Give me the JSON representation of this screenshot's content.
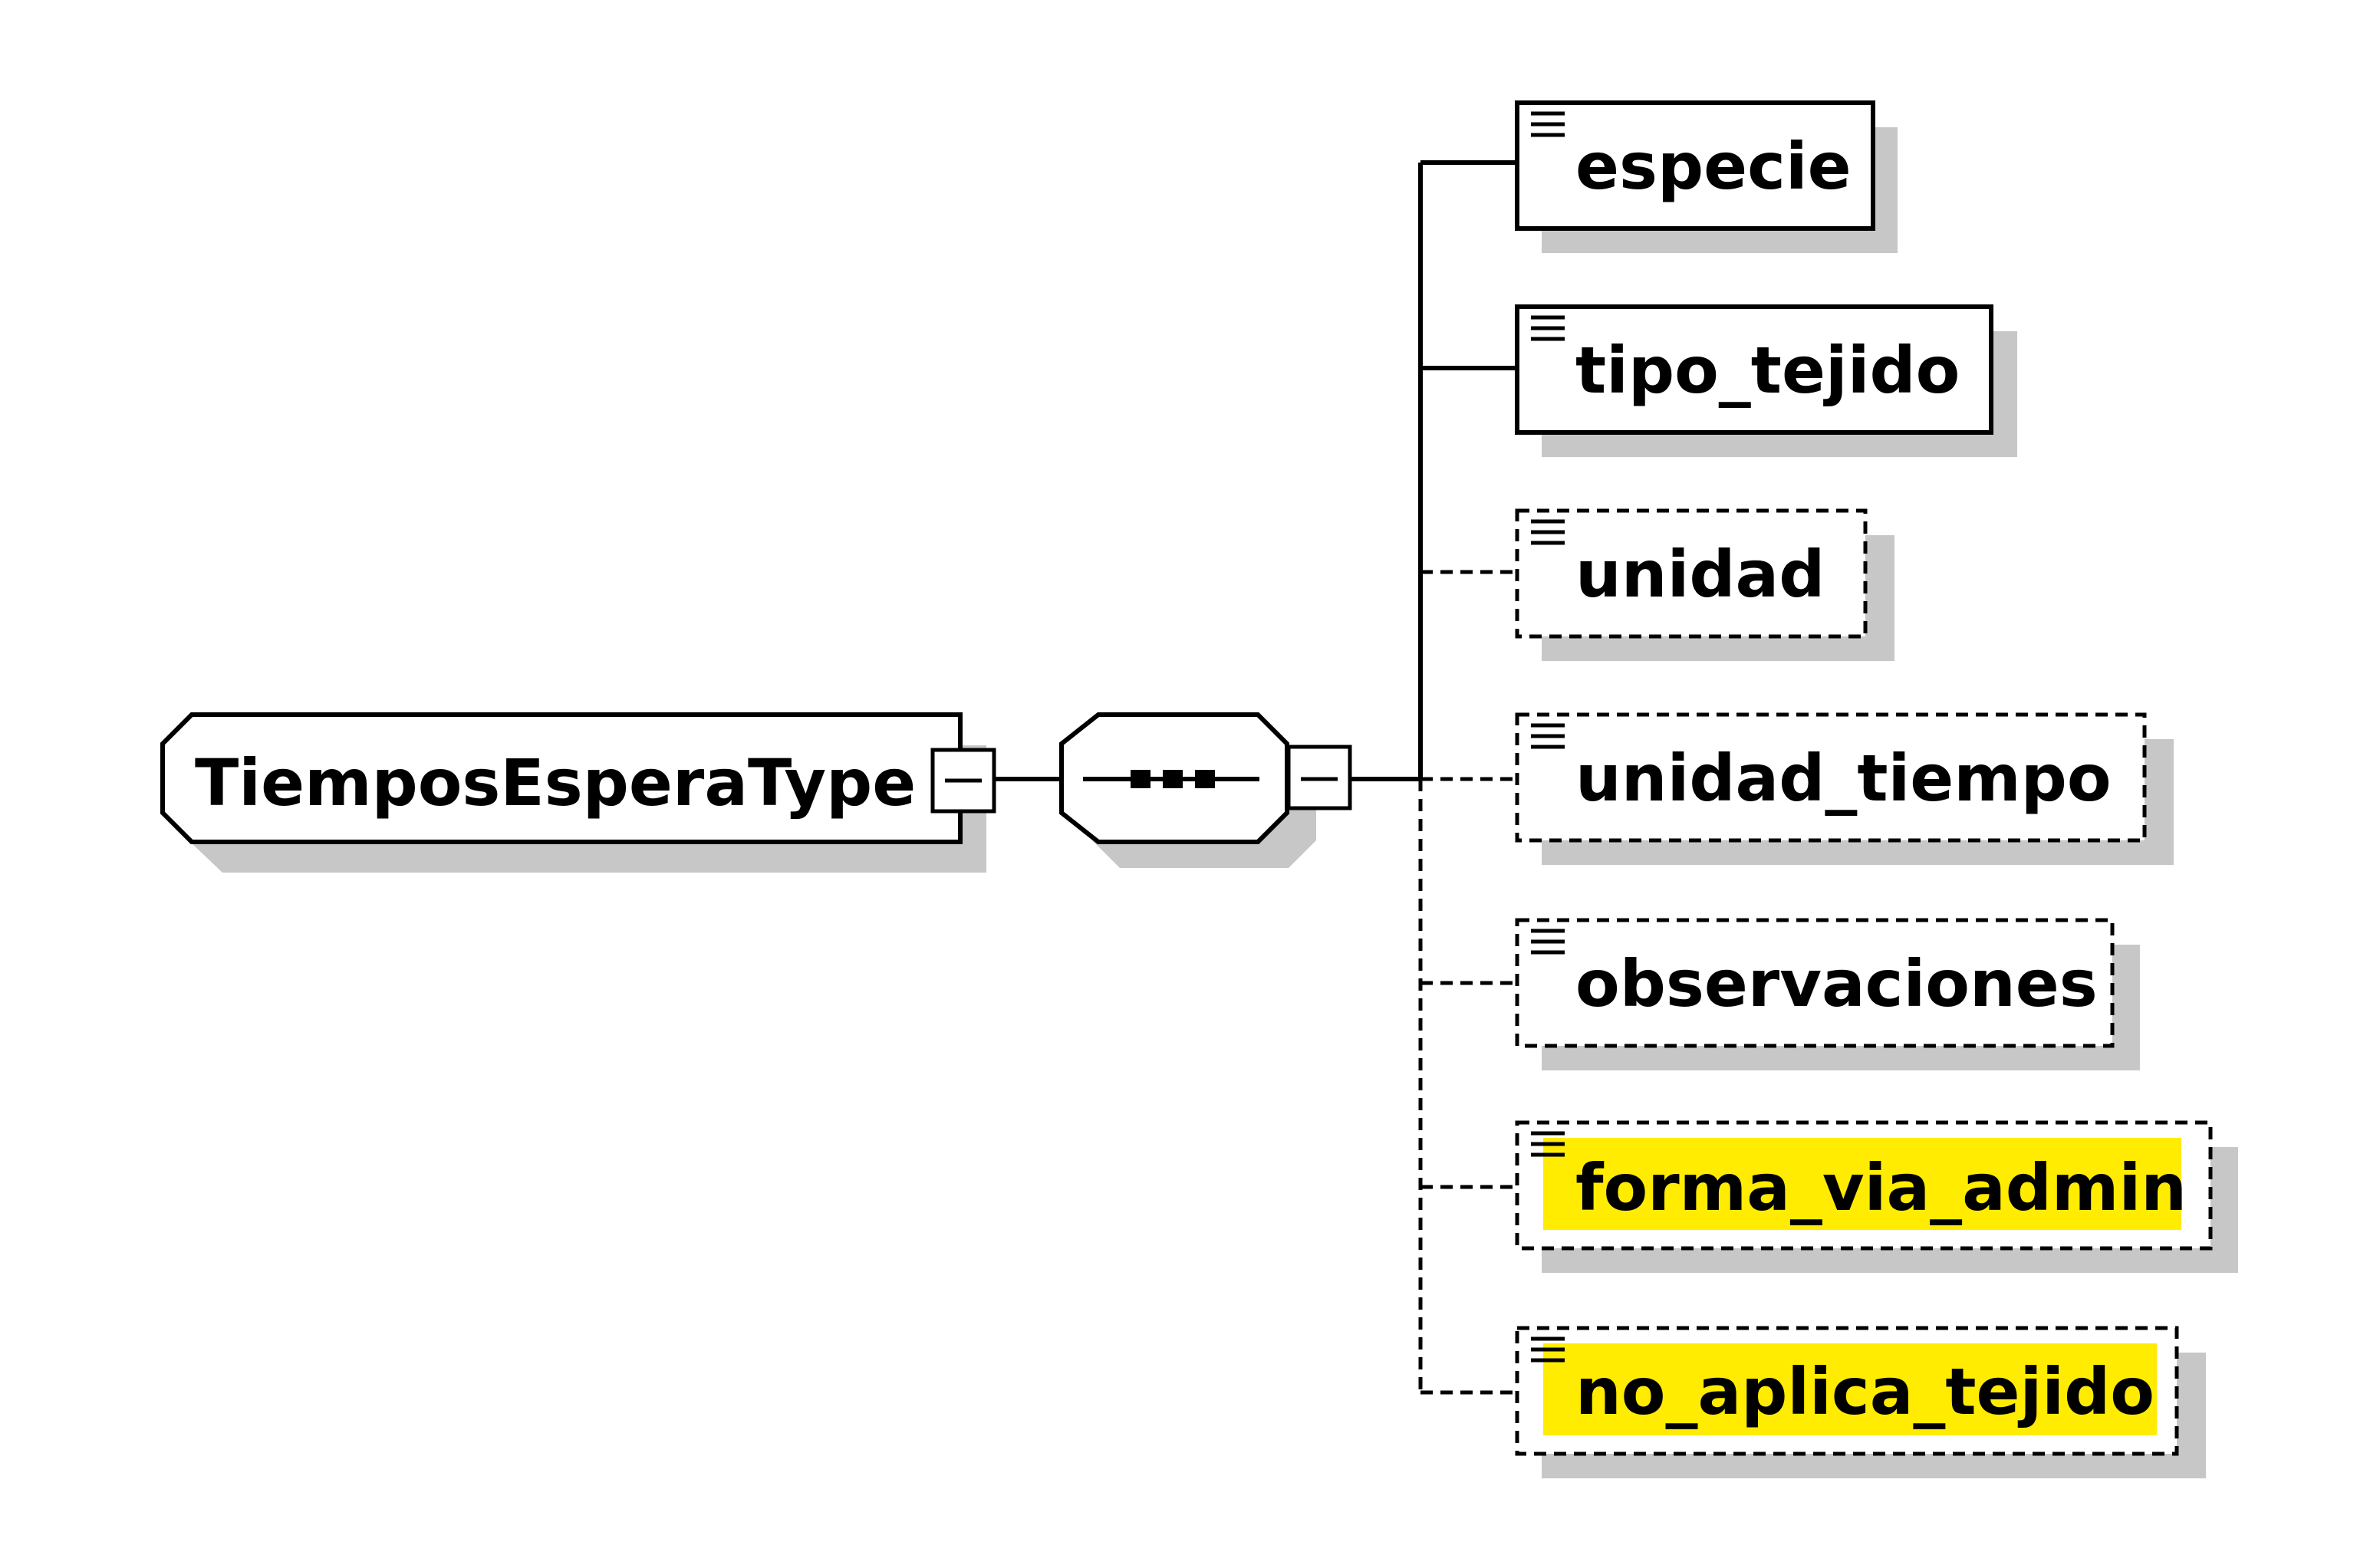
{
  "root": {
    "label": "TiemposEsperaType",
    "collapse_icon": "minus-icon"
  },
  "sequence": {
    "icon": "sequence-icon",
    "collapse_icon": "minus-icon"
  },
  "elements": [
    {
      "label": "especie",
      "optional": false,
      "highlight": false
    },
    {
      "label": "tipo_tejido",
      "optional": false,
      "highlight": false
    },
    {
      "label": "unidad",
      "optional": true,
      "highlight": false
    },
    {
      "label": "unidad_tiempo",
      "optional": true,
      "highlight": false
    },
    {
      "label": "observaciones",
      "optional": true,
      "highlight": false
    },
    {
      "label": "forma_via_admin",
      "optional": true,
      "highlight": true
    },
    {
      "label": "no_aplica_tejido",
      "optional": true,
      "highlight": true
    }
  ],
  "colors": {
    "highlight": "#ffec00",
    "shadow": "#c7c7c7",
    "stroke": "#000000"
  }
}
